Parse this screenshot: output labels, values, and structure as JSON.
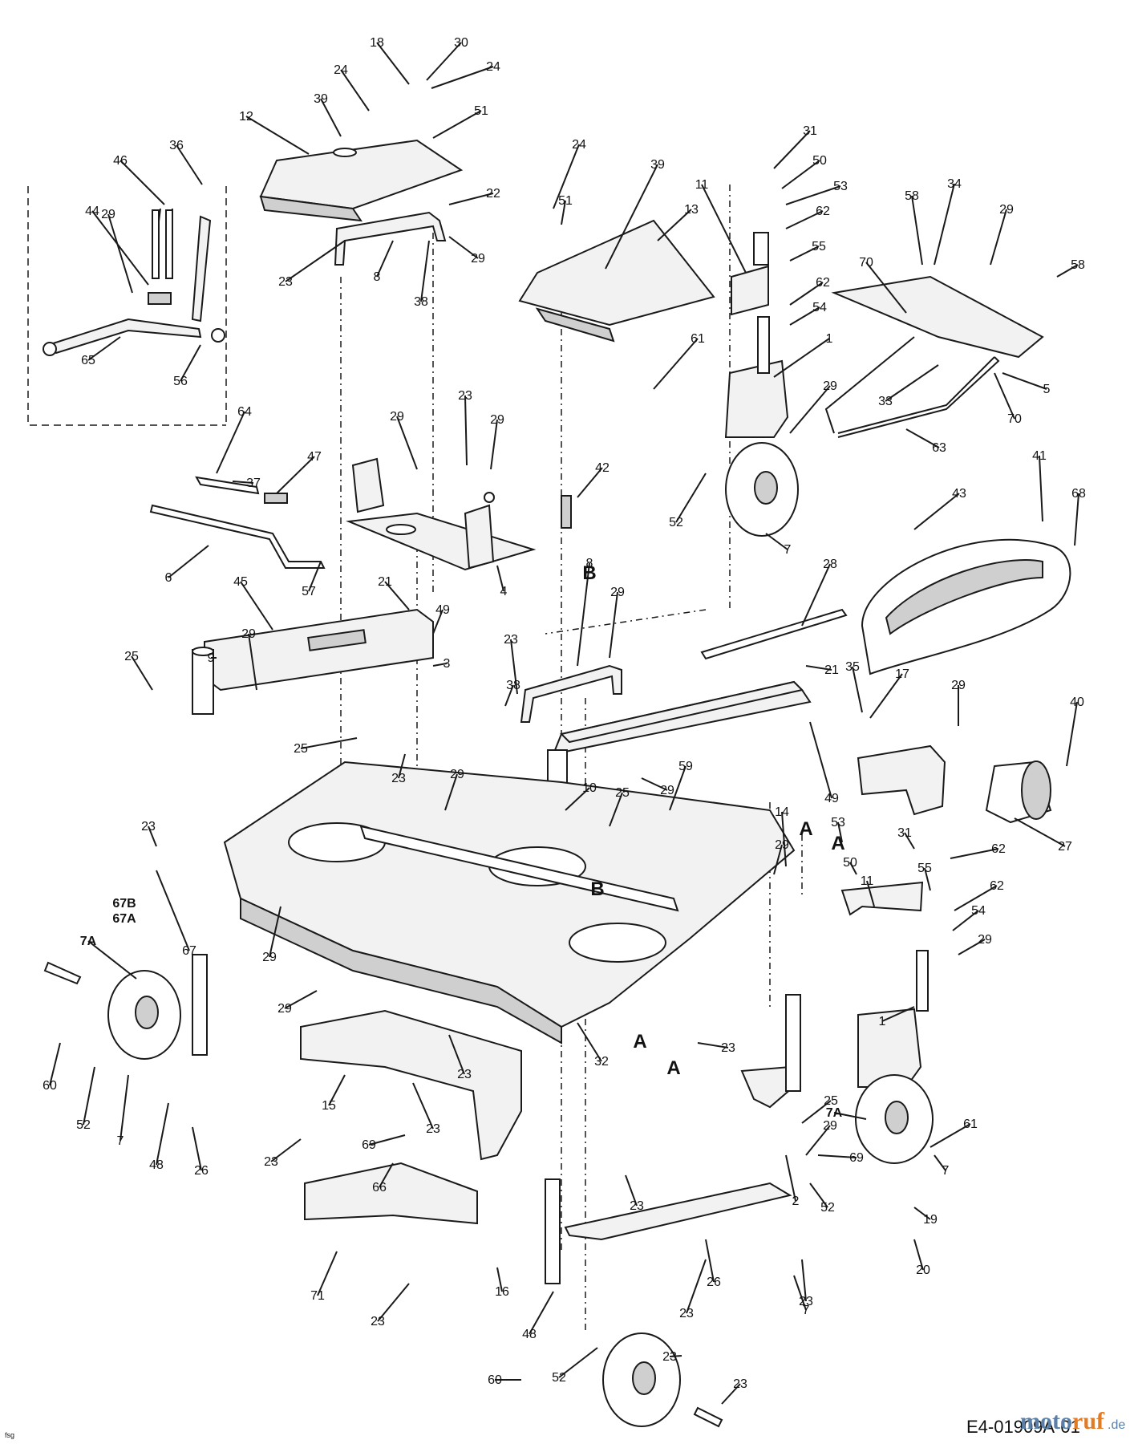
{
  "diagram_code": "E4-01909A-01",
  "corner_mark": "fsg",
  "watermark": {
    "part1": "moto",
    "part2": "ruf",
    "suffix": ".de"
  },
  "callouts": [
    {
      "label": "18"
    },
    {
      "label": "30"
    },
    {
      "label": "24"
    },
    {
      "label": "24"
    },
    {
      "label": "51"
    },
    {
      "label": "12"
    },
    {
      "label": "39"
    },
    {
      "label": "22"
    },
    {
      "label": "29"
    },
    {
      "label": "23"
    },
    {
      "label": "8"
    },
    {
      "label": "38"
    },
    {
      "label": "36"
    },
    {
      "label": "46"
    },
    {
      "label": "44"
    },
    {
      "label": "29"
    },
    {
      "label": "65"
    },
    {
      "label": "56"
    },
    {
      "label": "24"
    },
    {
      "label": "39"
    },
    {
      "label": "51"
    },
    {
      "label": "13"
    },
    {
      "label": "11"
    },
    {
      "label": "31"
    },
    {
      "label": "50"
    },
    {
      "label": "53"
    },
    {
      "label": "62"
    },
    {
      "label": "55"
    },
    {
      "label": "62"
    },
    {
      "label": "54"
    },
    {
      "label": "1"
    },
    {
      "label": "61"
    },
    {
      "label": "29"
    },
    {
      "label": "52"
    },
    {
      "label": "7"
    },
    {
      "label": "58"
    },
    {
      "label": "34"
    },
    {
      "label": "29"
    },
    {
      "label": "58"
    },
    {
      "label": "70"
    },
    {
      "label": "33"
    },
    {
      "label": "5"
    },
    {
      "label": "70"
    },
    {
      "label": "63"
    },
    {
      "label": "41"
    },
    {
      "label": "68"
    },
    {
      "label": "43"
    },
    {
      "label": "64"
    },
    {
      "label": "47"
    },
    {
      "label": "37"
    },
    {
      "label": "29"
    },
    {
      "label": "23"
    },
    {
      "label": "29"
    },
    {
      "label": "42"
    },
    {
      "label": "6"
    },
    {
      "label": "57"
    },
    {
      "label": "4"
    },
    {
      "label": "45"
    },
    {
      "label": "21"
    },
    {
      "label": "49"
    },
    {
      "label": "3"
    },
    {
      "label": "9"
    },
    {
      "label": "29"
    },
    {
      "label": "25"
    },
    {
      "label": "25"
    },
    {
      "label": "23"
    },
    {
      "label": "29"
    },
    {
      "label": "38"
    },
    {
      "label": "8"
    },
    {
      "label": "29"
    },
    {
      "label": "23"
    },
    {
      "label": "28"
    },
    {
      "label": "10"
    },
    {
      "label": "29"
    },
    {
      "label": "21"
    },
    {
      "label": "49"
    },
    {
      "label": "35"
    },
    {
      "label": "17"
    },
    {
      "label": "29"
    },
    {
      "label": "40"
    },
    {
      "label": "25"
    },
    {
      "label": "59"
    },
    {
      "label": "27"
    },
    {
      "label": "31"
    },
    {
      "label": "50"
    },
    {
      "label": "53"
    },
    {
      "label": "62"
    },
    {
      "label": "14"
    },
    {
      "label": "29"
    },
    {
      "label": "11"
    },
    {
      "label": "55"
    },
    {
      "label": "62"
    },
    {
      "label": "54"
    },
    {
      "label": "29"
    },
    {
      "label": "23"
    },
    {
      "label": "67"
    },
    {
      "label": "29"
    },
    {
      "label": "29"
    },
    {
      "label": "23"
    },
    {
      "label": "32"
    },
    {
      "label": "23"
    },
    {
      "label": "1"
    },
    {
      "label": "25"
    },
    {
      "label": "61"
    },
    {
      "label": "29"
    },
    {
      "label": "60"
    },
    {
      "label": "52"
    },
    {
      "label": "7"
    },
    {
      "label": "48"
    },
    {
      "label": "26"
    },
    {
      "label": "15"
    },
    {
      "label": "23"
    },
    {
      "label": "69"
    },
    {
      "label": "66"
    },
    {
      "label": "23"
    },
    {
      "label": "23"
    },
    {
      "label": "2"
    },
    {
      "label": "69"
    },
    {
      "label": "52"
    },
    {
      "label": "7"
    },
    {
      "label": "19"
    },
    {
      "label": "20"
    },
    {
      "label": "71"
    },
    {
      "label": "23"
    },
    {
      "label": "16"
    },
    {
      "label": "23"
    },
    {
      "label": "23"
    },
    {
      "label": "26"
    },
    {
      "label": "48"
    },
    {
      "label": "7"
    },
    {
      "label": "52"
    },
    {
      "label": "60"
    },
    {
      "label": "23"
    },
    {
      "label": "23"
    }
  ],
  "bold_callouts": [
    {
      "label": "7A"
    },
    {
      "label": "67B"
    },
    {
      "label": "67A"
    },
    {
      "label": "7A"
    }
  ],
  "letters": [
    {
      "label": "B"
    },
    {
      "label": "A"
    },
    {
      "label": "A"
    },
    {
      "label": "B"
    },
    {
      "label": "A"
    },
    {
      "label": "A"
    }
  ]
}
